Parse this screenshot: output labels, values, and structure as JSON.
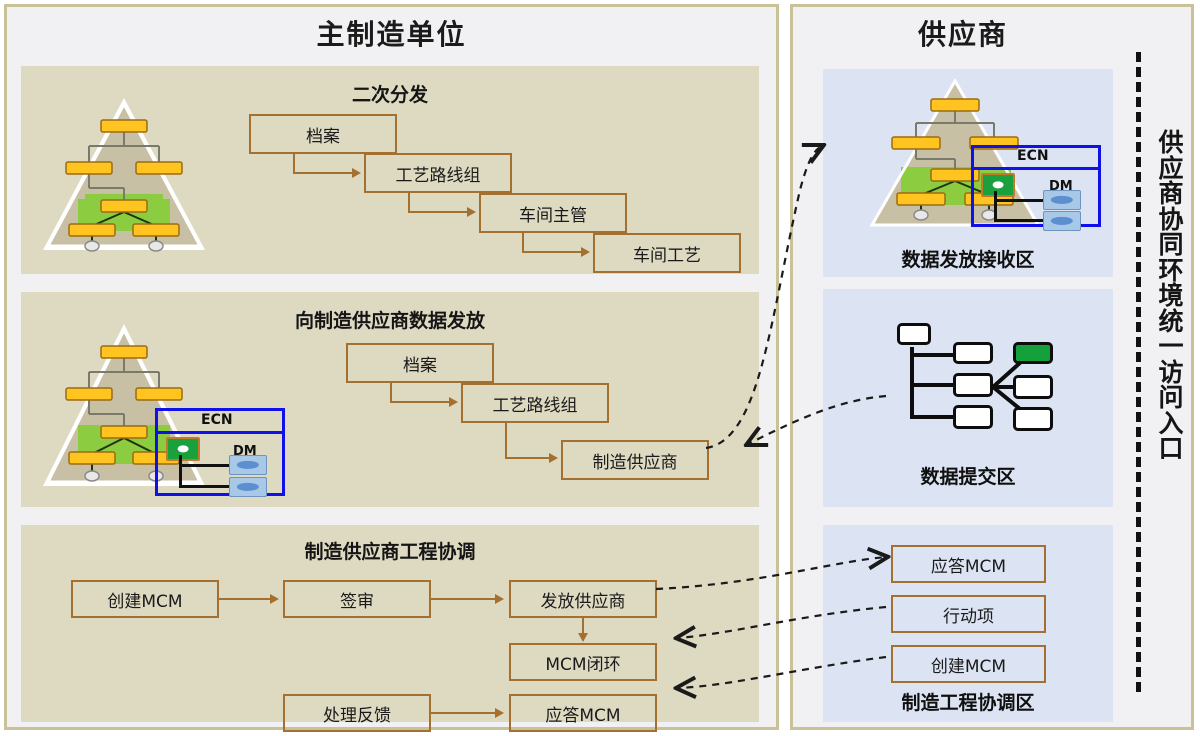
{
  "columns": {
    "main": {
      "title": "主制造单位"
    },
    "supplier": {
      "title": "供应商"
    }
  },
  "vertical_caption": "供应商协同环境统一访问入口",
  "main_panels": [
    {
      "id": "secondary-distribution",
      "title": "二次分发",
      "boxes": [
        {
          "label": "档案"
        },
        {
          "label": "工艺路线组"
        },
        {
          "label": "车间主管"
        },
        {
          "label": "车间工艺"
        }
      ]
    },
    {
      "id": "release-to-supplier",
      "title": "向制造供应商数据发放",
      "boxes": [
        {
          "label": "档案"
        },
        {
          "label": "工艺路线组"
        },
        {
          "label": "制造供应商"
        }
      ],
      "ecn_label": "ECN",
      "dm_label": "DM"
    },
    {
      "id": "supplier-engineering-coordination",
      "title": "制造供应商工程协调",
      "boxes": [
        {
          "label": "创建MCM"
        },
        {
          "label": "签审"
        },
        {
          "label": "发放供应商"
        },
        {
          "label": "MCM闭环"
        },
        {
          "label": "处理反馈"
        },
        {
          "label": "应答MCM"
        }
      ]
    }
  ],
  "supplier_panels": [
    {
      "id": "data-receive-area",
      "caption": "数据发放接收区",
      "ecn_label": "ECN",
      "dm_label": "DM"
    },
    {
      "id": "data-submit-area",
      "caption": "数据提交区"
    },
    {
      "id": "manufacturing-coordination-area",
      "caption": "制造工程协调区",
      "boxes": [
        {
          "label": "应答MCM"
        },
        {
          "label": "行动项"
        },
        {
          "label": "创建MCM"
        }
      ]
    }
  ],
  "colors": {
    "frame_border": "#C9C197",
    "column_bg": "#F1F1F3",
    "panel_beige": "#DEDAC2",
    "panel_blue": "#DCE4F3",
    "box_border": "#A3702F",
    "ecn_border": "#1010E8",
    "node_green": "#14A13C",
    "dashed_link": "#1a1a1a"
  }
}
